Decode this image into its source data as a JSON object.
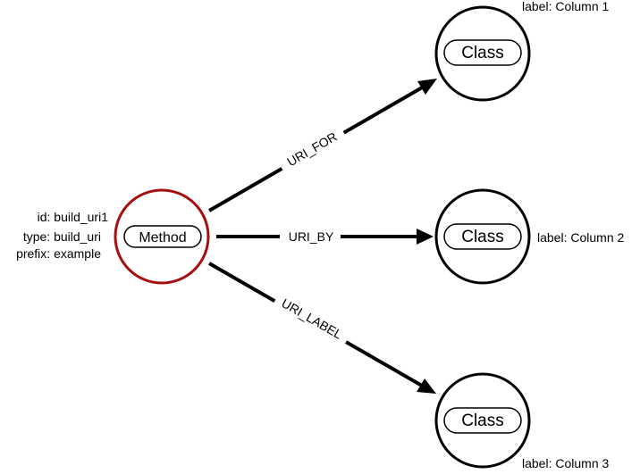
{
  "method_node": {
    "label": "Method",
    "border_color": "#a50f0f",
    "meta": [
      "id: build_uri1",
      "type: build_uri",
      "prefix: example"
    ]
  },
  "class_nodes": [
    {
      "label": "Class",
      "meta": "label: Column 1"
    },
    {
      "label": "Class",
      "meta": "label: Column 2"
    },
    {
      "label": "Class",
      "meta": "label: Column 3"
    }
  ],
  "edges": [
    {
      "label": "URI_FOR"
    },
    {
      "label": "URI_BY"
    },
    {
      "label": "URI_LABEL"
    }
  ]
}
